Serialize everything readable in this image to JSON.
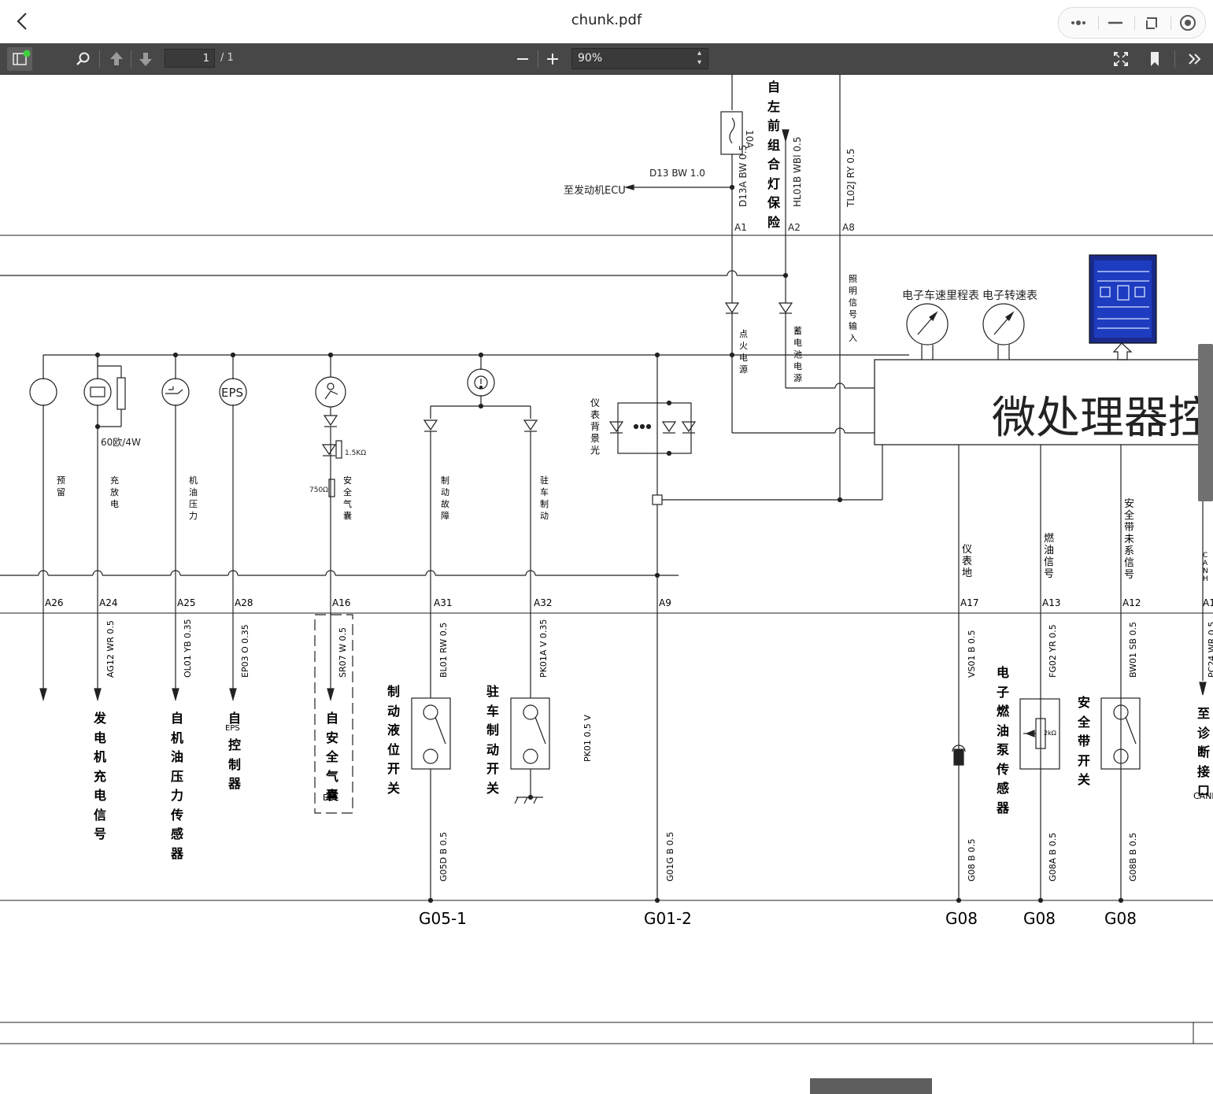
{
  "window": {
    "title": "chunk.pdf"
  },
  "toolbar": {
    "page_current": "1",
    "page_total": "/ 1",
    "zoom": "90%"
  },
  "diagram": {
    "top_labels": {
      "to_engine_ecu": "至发动机ECU",
      "wire_d13": "D13 BW 1.0",
      "fuse_10a": "10A",
      "wire_d13a": "D13A BW 0.5",
      "wire_hl01b": "HL01B WBl 0.5",
      "wire_tl02j": "TL02J RY 0.5",
      "from_left_front_lamp_fuse": "自左前组合灯保险",
      "pin_a1": "A1",
      "pin_a2": "A2",
      "pin_a8": "A8"
    },
    "internal_labels": {
      "ignition_power": "点火电源",
      "battery_power": "蓄电池电源",
      "lighting_signal_input": "照明信号输入",
      "speedometer": "电子车速里程表",
      "tachometer": "电子转速表",
      "mcu_control": "微处理器控制",
      "backlight": "仪表背景光",
      "resistor_60": "60欧/4W",
      "resistor_15k": "1.5KΩ",
      "resistor_750": "750Ω",
      "eps_symbol": "EPS"
    },
    "indicator_labels": {
      "reserved": "预留",
      "charging": "充放电",
      "oil_pressure": "机油压力",
      "airbag": "安全气囊",
      "brake_fault": "制动故障",
      "parking_brake": "驻车制动",
      "instrument_ground": "仪表地",
      "fuel_signal": "燃油信号",
      "seatbelt_signal": "安全带未系信号",
      "canh": "CANH"
    },
    "pins": [
      "A26",
      "A24",
      "A25",
      "A28",
      "A16",
      "A31",
      "A32",
      "A9",
      "A17",
      "A13",
      "A12",
      "A1"
    ],
    "wires": {
      "ag12": "AG12 WR 0.5",
      "ol01": "OL01 YB 0.35",
      "ep03": "EP03 O 0.35",
      "sr07": "SR07 W 0.5",
      "bl01": "BL01 RW 0.5",
      "pk01a": "PK01A V 0.35",
      "pk01": "PK01 0.5 V",
      "vs01": "VS01 B 0.5",
      "fg02": "FG02 YR 0.5",
      "bw01": "BW01 SB 0.5",
      "pc24": "PC24 WR 0.5",
      "g05d": "G05D B 0.5",
      "g01g": "G01G B 0.5",
      "g08": "G08 B 0.5",
      "g08a": "G08A B 0.5",
      "g08b": "G08B B 0.5"
    },
    "bottom_labels": {
      "generator_charge": "发电机充电信号",
      "from_oil_sensor": "自机油压力传感器",
      "from_eps_ctrl_a": "自",
      "from_eps_ctrl_b": "控制器",
      "eps_small": "EPS",
      "from_airbag": "自安全气囊",
      "e_small": "E",
      "brake_fluid_switch": "制动液位开关",
      "parking_brake_switch": "驻车制动开关",
      "fuel_pump_sensor": "电子燃油泵传感器",
      "seatbelt_switch": "安全带开关",
      "to_diag_port": "至诊断接口",
      "canh_bottom": "CANH",
      "fuel_resistor": "2kΩ"
    },
    "grounds": [
      "G05-1",
      "G01-2",
      "G08",
      "G08",
      "G08"
    ]
  }
}
